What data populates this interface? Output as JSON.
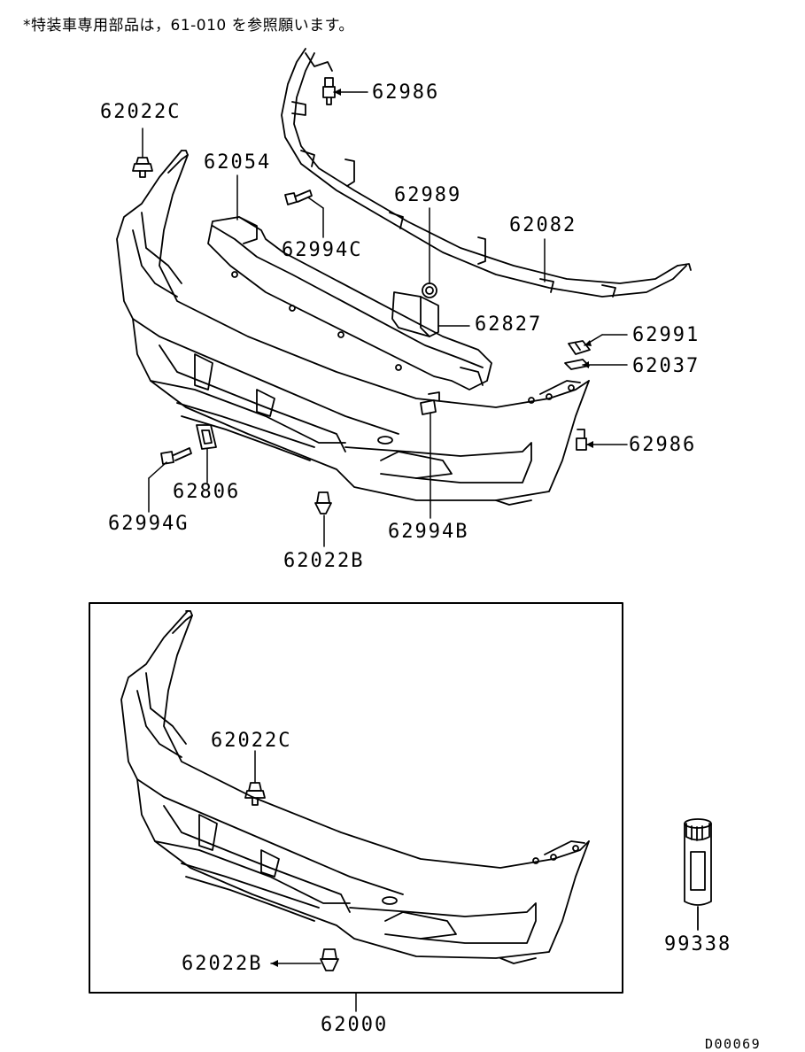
{
  "note": "*特装車専用部品は，61-010 を参照願います。",
  "diagram_id": "D00069",
  "parts": [
    {
      "key": "p62022C_top",
      "code": "62022C"
    },
    {
      "key": "p62054",
      "code": "62054"
    },
    {
      "key": "p62986_top",
      "code": "62986"
    },
    {
      "key": "p62989",
      "code": "62989"
    },
    {
      "key": "p62082",
      "code": "62082"
    },
    {
      "key": "p62994C",
      "code": "62994C"
    },
    {
      "key": "p62827",
      "code": "62827"
    },
    {
      "key": "p62991",
      "code": "62991"
    },
    {
      "key": "p62037",
      "code": "62037"
    },
    {
      "key": "p62986_right",
      "code": "62986"
    },
    {
      "key": "p62806",
      "code": "62806"
    },
    {
      "key": "p62994G",
      "code": "62994G"
    },
    {
      "key": "p62994B",
      "code": "62994B"
    },
    {
      "key": "p62022B_top",
      "code": "62022B"
    },
    {
      "key": "p62022C_box",
      "code": "62022C"
    },
    {
      "key": "p62022B_box",
      "code": "62022B"
    },
    {
      "key": "p62000",
      "code": "62000"
    },
    {
      "key": "p99338",
      "code": "99338"
    }
  ]
}
